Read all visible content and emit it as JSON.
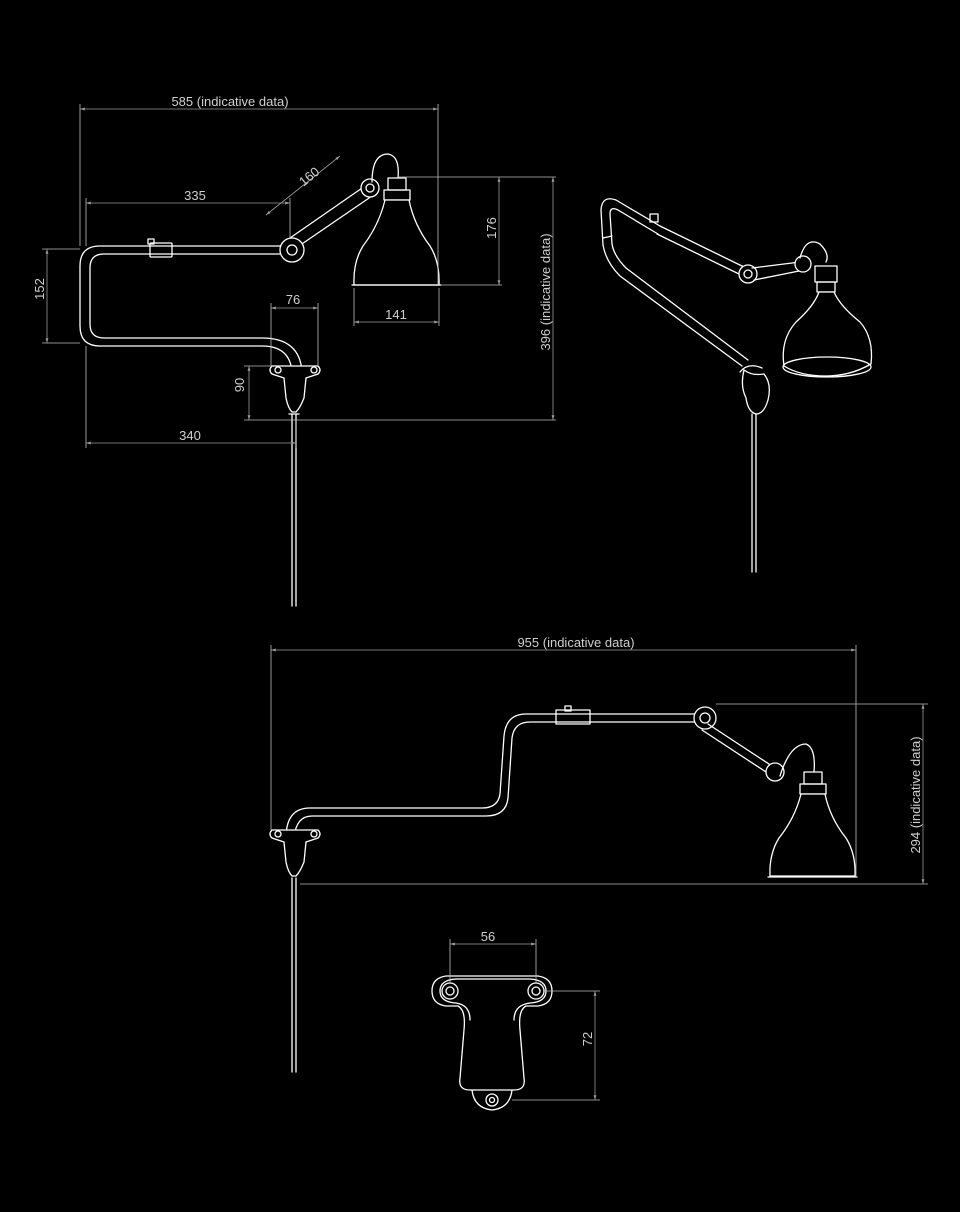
{
  "dimensions": {
    "side_width": "585 (indicative data)",
    "arm_length": "335",
    "joint_arm": "160",
    "shade_height": "176",
    "overall_height": "396 (indicative data)",
    "shade_diameter": "141",
    "bar_height": "152",
    "mount_offset": "76",
    "mount_height": "90",
    "wall_projection": "340",
    "extended_width": "955 (indicative data)",
    "extended_height": "294 (indicative data)",
    "plate_width": "56",
    "plate_height": "72"
  }
}
